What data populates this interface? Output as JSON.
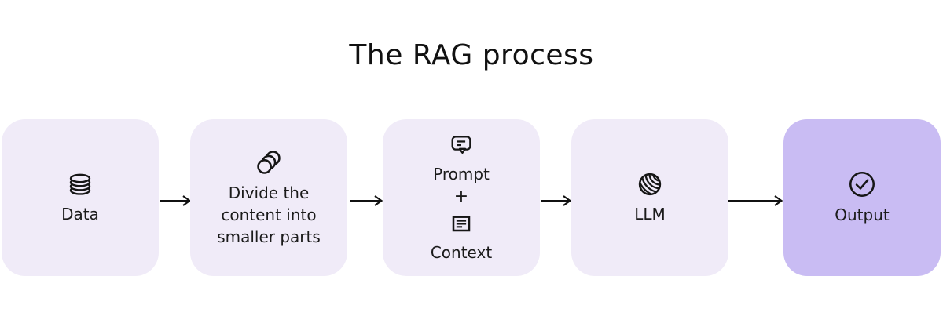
{
  "title": "The RAG process",
  "boxes": [
    {
      "id": "data",
      "label": "Data",
      "icon": "database-icon"
    },
    {
      "id": "divide",
      "label": "Divide the content into smaller parts",
      "icon": "split-circles-icon"
    },
    {
      "id": "prompt-context",
      "top_label": "Prompt",
      "plus_label": "+",
      "bottom_label": "Context",
      "top_icon": "chat-bubble-icon",
      "bottom_icon": "document-icon"
    },
    {
      "id": "llm",
      "label": "LLM",
      "icon": "sphere-icon"
    },
    {
      "id": "output",
      "label": "Output",
      "icon": "check-circle-icon"
    }
  ],
  "colors": {
    "box_light": "#F0EBF8",
    "box_accent": "#C9BCF3",
    "text": "#1b1b1b",
    "arrow": "#111111"
  },
  "flow": [
    "data",
    "divide",
    "prompt-context",
    "llm",
    "output"
  ]
}
